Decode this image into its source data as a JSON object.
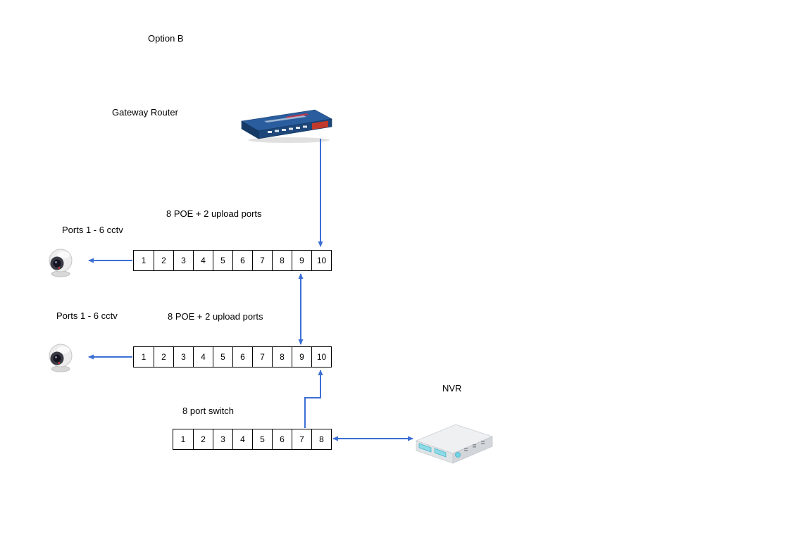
{
  "title": "Option B",
  "router": {
    "label": "Gateway Router"
  },
  "nvr": {
    "label": "NVR"
  },
  "camera_group_1": {
    "label": "Ports 1 - 6 cctv"
  },
  "camera_group_2": {
    "label": "Ports 1 - 6 cctv"
  },
  "switch1": {
    "label": "8 POE + 2 upload ports",
    "ports": [
      "1",
      "2",
      "3",
      "4",
      "5",
      "6",
      "7",
      "8",
      "9",
      "10"
    ]
  },
  "switch2": {
    "label": "8 POE + 2 upload ports",
    "ports": [
      "1",
      "2",
      "3",
      "4",
      "5",
      "6",
      "7",
      "8",
      "9",
      "10"
    ]
  },
  "switch3": {
    "label": "8 port switch",
    "ports": [
      "1",
      "2",
      "3",
      "4",
      "5",
      "6",
      "7",
      "8"
    ]
  },
  "colors": {
    "arrow": "#3b6fd4"
  }
}
